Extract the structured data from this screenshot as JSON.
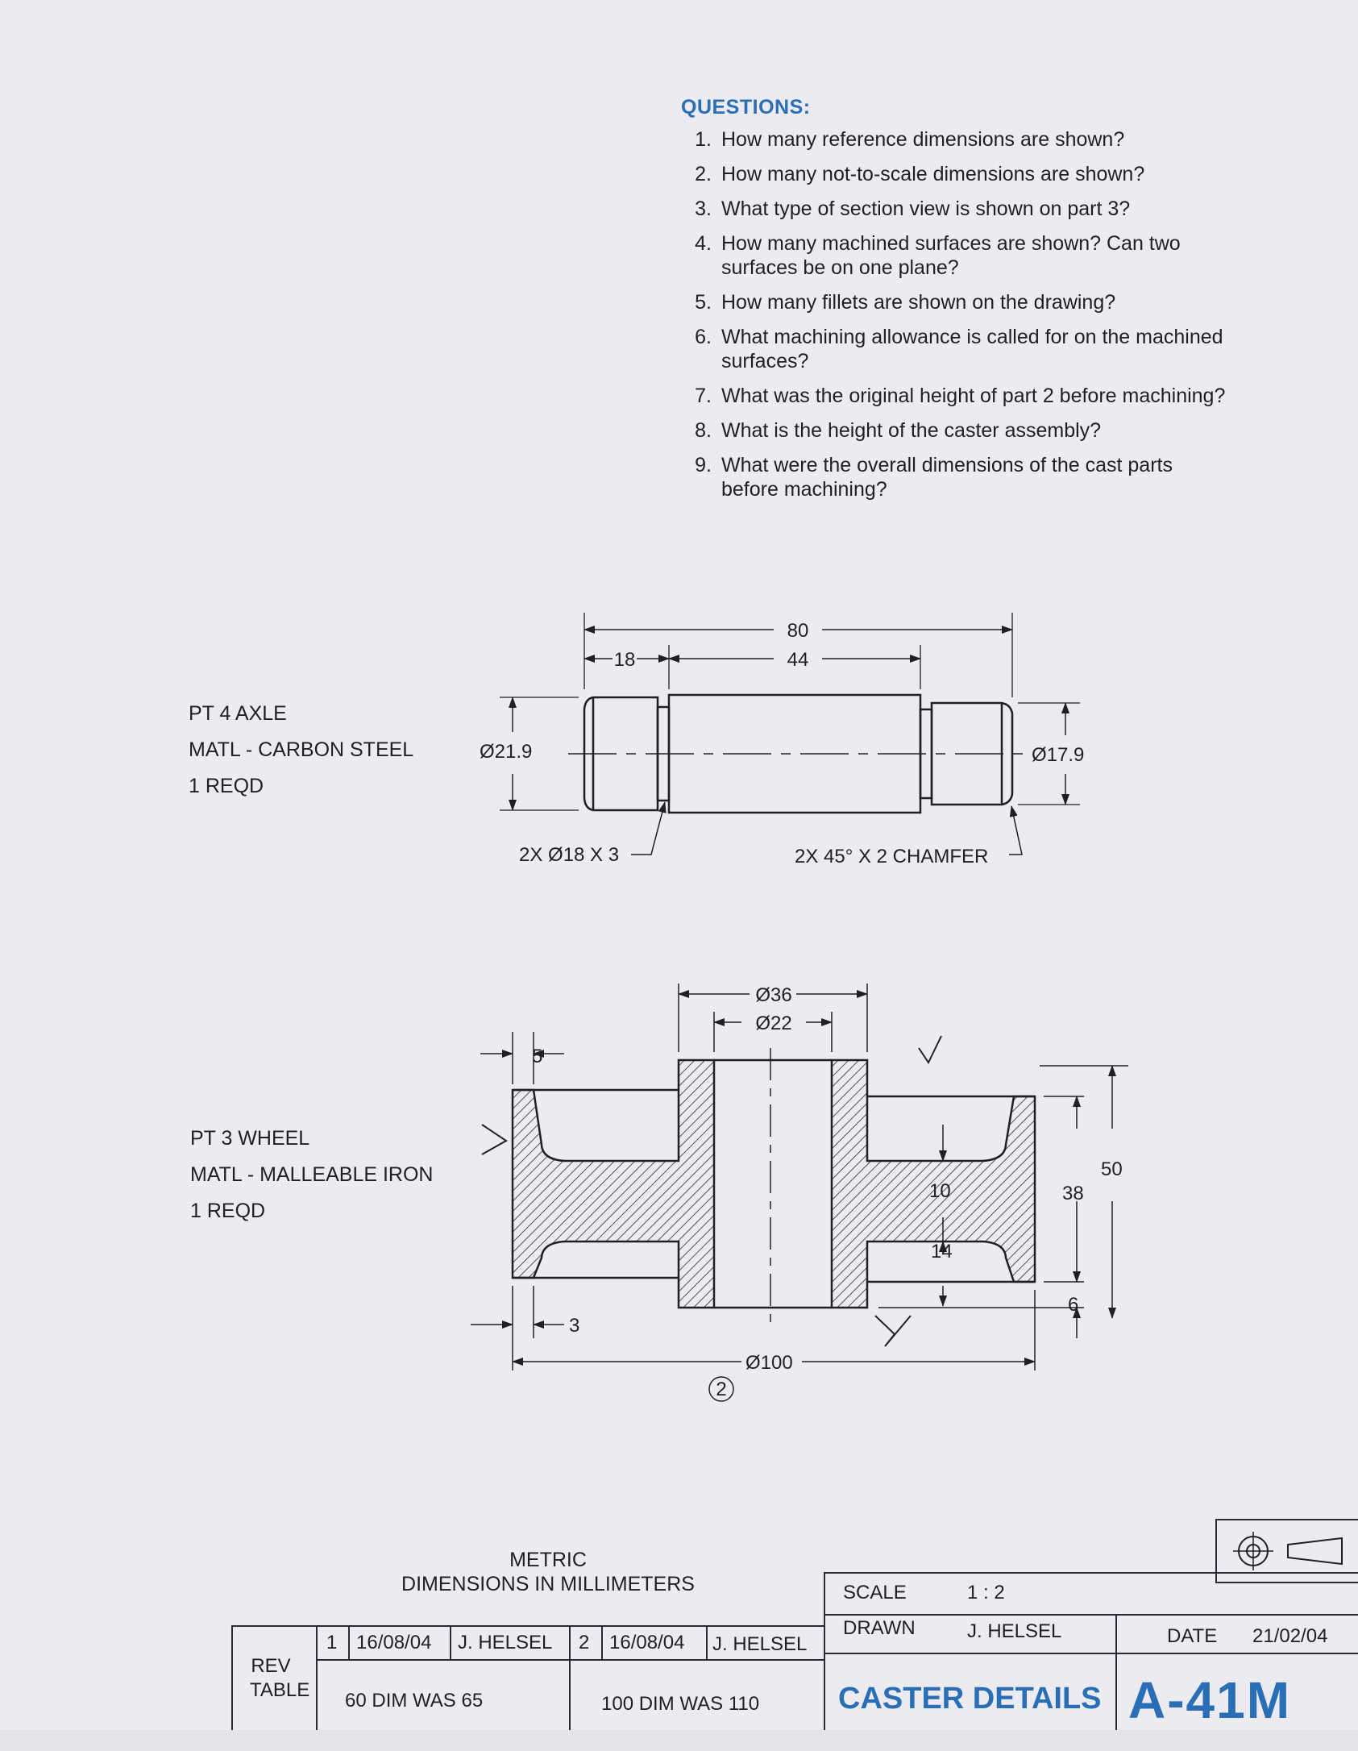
{
  "questions": {
    "heading": "QUESTIONS:",
    "items": [
      {
        "num": "1.",
        "text": "How many reference dimensions are shown?"
      },
      {
        "num": "2.",
        "text": "How many not-to-scale dimensions are shown?"
      },
      {
        "num": "3.",
        "text": "What type of section view is shown on part 3?"
      },
      {
        "num": "4.",
        "text": "How many machined surfaces are shown? Can two surfaces be on one plane?"
      },
      {
        "num": "5.",
        "text": "How many fillets are shown on the drawing?"
      },
      {
        "num": "6.",
        "text": "What machining allowance is called for on the machined surfaces?"
      },
      {
        "num": "7.",
        "text": "What was the original height of part 2 before machining?"
      },
      {
        "num": "8.",
        "text": "What is the height of the caster assembly?"
      },
      {
        "num": "9.",
        "text": "What were the overall dimensions of the cast parts before machining?"
      }
    ]
  },
  "parts": {
    "axle": {
      "name": "PT 4  AXLE",
      "material": "MATL - CARBON STEEL",
      "qty": "1 REQD"
    },
    "wheel": {
      "name": "PT 3  WHEEL",
      "material": "MATL - MALLEABLE IRON",
      "qty": "1 REQD"
    }
  },
  "axle_dims": {
    "overall": "80",
    "middle": "44",
    "end": "18",
    "left_dia": "Ø21.9",
    "right_dia": "Ø17.9",
    "groove": "2X  Ø18 X 3",
    "chamfer": "2X  45° X 2 CHAMFER"
  },
  "wheel_dims": {
    "hub_outer": "Ø36",
    "hub_inner": "Ø22",
    "rim_top": "5",
    "rim_bottom": "3",
    "web": "10",
    "web_offset": "14",
    "inner_height": "38",
    "overall_height": "50",
    "bottom_offset": "6",
    "outer_dia": "Ø100",
    "balloon": "2"
  },
  "note": {
    "line1": "METRIC",
    "line2": "DIMENSIONS IN MILLIMETERS"
  },
  "title_block": {
    "rev_label": "REV\nTABLE",
    "rev_label_1": "REV",
    "rev_label_2": "TABLE",
    "revisions": [
      {
        "no": "1",
        "date": "16/08/04",
        "by": "J. HELSEL",
        "desc": "60 DIM WAS 65"
      },
      {
        "no": "2",
        "date": "16/08/04",
        "by": "J. HELSEL",
        "desc": "100 DIM WAS 110"
      }
    ],
    "scale_label": "SCALE",
    "scale_value": "1 : 2",
    "drawn_label": "DRAWN",
    "drawn_value": "J. HELSEL",
    "date_label": "DATE",
    "date_value": "21/02/04",
    "title": "CASTER DETAILS",
    "drawing_number": "A-41M"
  },
  "colors": {
    "accent": "#2a6fb5",
    "paper": "#ecebf1",
    "ink": "#1f1f25"
  }
}
